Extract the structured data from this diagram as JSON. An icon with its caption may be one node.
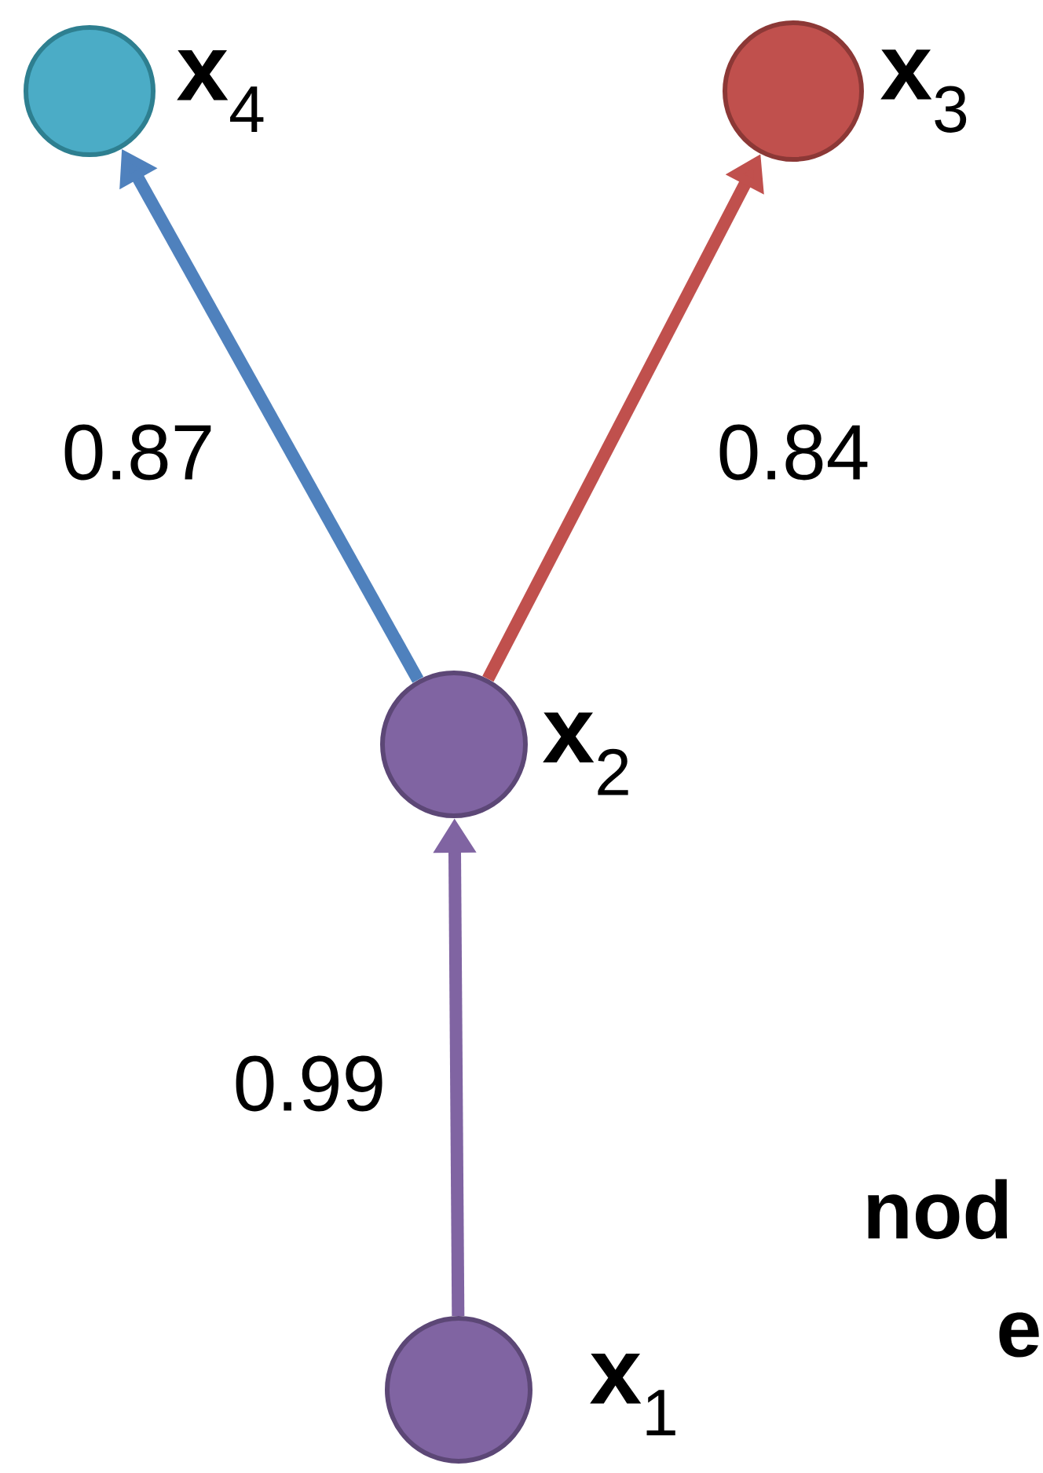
{
  "diagram": {
    "nodes": [
      {
        "text": [],
        "shape": "circle",
        "beside": [
          "**x**$_{4}$"
        ]
      },
      {
        "text": [],
        "shape": "circle",
        "beside": [
          "**x**$_{3}$"
        ]
      },
      {
        "text": [],
        "shape": "circle",
        "beside": [
          "**x**$_{2}$"
        ]
      },
      {
        "text": [],
        "shape": "circle",
        "beside": [
          "**x**$_{1}$"
        ]
      }
    ],
    "edges": [
      {
        "from": 2,
        "to": 0,
        "arrow": "to",
        "label": "0.87",
        "color": "#4f81bd"
      },
      {
        "from": 2,
        "to": 1,
        "arrow": "to",
        "label": "0.84",
        "color": "#c0504d"
      },
      {
        "from": 3,
        "to": 2,
        "arrow": "to",
        "label": "0.99",
        "color": "#8064a2"
      }
    ],
    "labels": [
      "nod",
      "e"
    ]
  }
}
